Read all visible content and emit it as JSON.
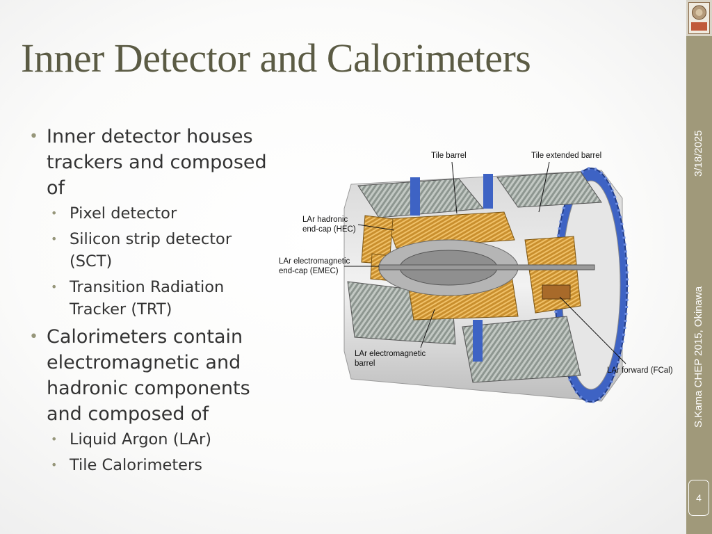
{
  "slide": {
    "title": "Inner Detector and Calorimeters",
    "page_number": "4",
    "date": "3/18/2025",
    "footer": "S.Kama CHEP 2015, Okinawa"
  },
  "bullets": [
    {
      "text": "Inner detector houses trackers and composed of",
      "sub": [
        "Pixel detector",
        "Silicon strip detector (SCT)",
        "Transition Radiation Tracker (TRT)"
      ]
    },
    {
      "text": "Calorimeters contain electromagnetic and hadronic components and composed of",
      "sub": [
        "Liquid Argon (LAr)",
        "Tile Calorimeters"
      ]
    }
  ],
  "figure": {
    "labels": {
      "tile_barrel": "Tile barrel",
      "tile_extended_barrel": "Tile extended barrel",
      "hec_1": "LAr hadronic",
      "hec_2": "end-cap (HEC)",
      "emec_1": "LAr electromagnetic",
      "emec_2": "end-cap (EMEC)",
      "em_barrel_1": "LAr electromagnetic",
      "em_barrel_2": "barrel",
      "fcal": "LAr forward (FCal)"
    }
  },
  "colors": {
    "title": "#5b5b44",
    "sidebar": "#a0997a",
    "bullet_marker": "#96967a"
  },
  "icons": {
    "logo": "atlas-logo"
  }
}
